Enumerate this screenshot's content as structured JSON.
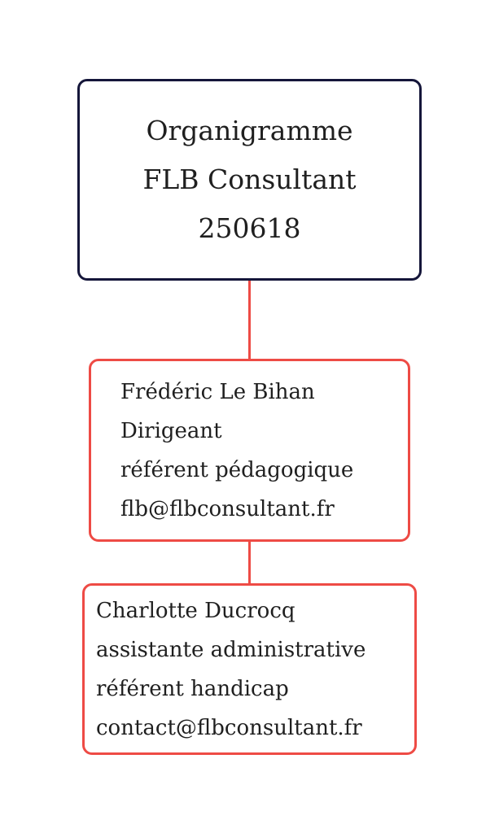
{
  "colors": {
    "root_border": "#15163a",
    "person_border": "#ee4b45",
    "connector": "#ee4b45",
    "text": "#1f1f1f",
    "background": "#ffffff"
  },
  "root": {
    "lines": [
      "Organigramme",
      "FLB Consultant",
      "250618"
    ]
  },
  "nodes": [
    {
      "lines": [
        "Frédéric Le Bihan",
        "Dirigeant",
        "référent pédagogique",
        "flb@flbconsultant.fr"
      ]
    },
    {
      "lines": [
        "Charlotte Ducrocq",
        "assistante administrative",
        "référent handicap",
        "contact@flbconsultant.fr"
      ]
    }
  ]
}
